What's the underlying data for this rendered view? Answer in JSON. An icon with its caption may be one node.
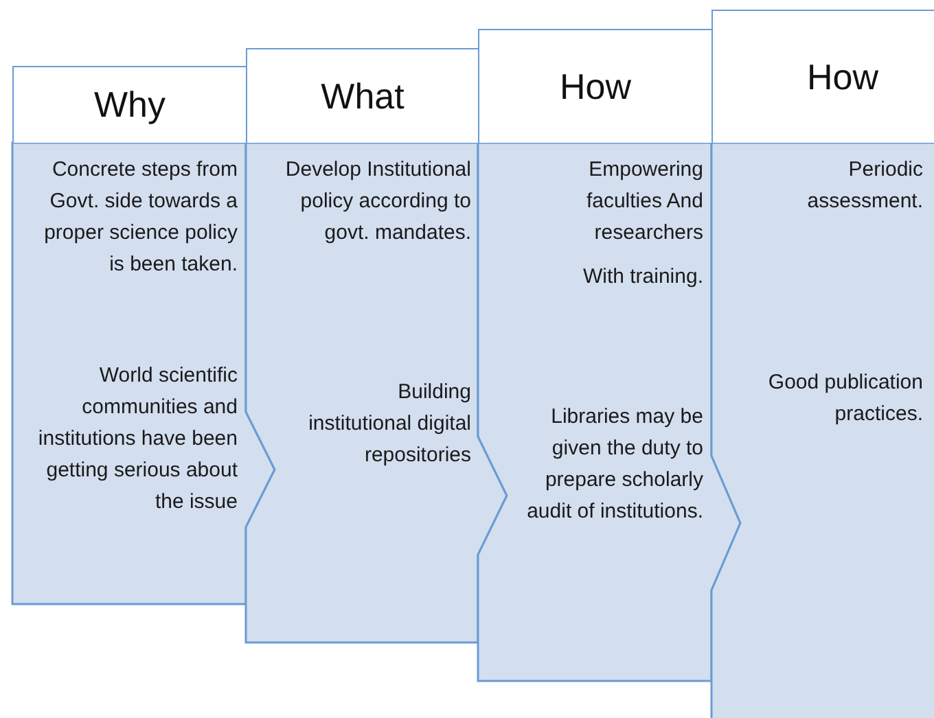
{
  "diagram": {
    "nodes": [
      {
        "text": [
          "Why"
        ]
      },
      {
        "text": [
          "Concrete steps from Govt. side towards a proper science policy is been taken.",
          "World scientific communities and institutions have been getting serious about the issue"
        ]
      },
      {
        "text": [
          "What"
        ]
      },
      {
        "text": [
          "Develop Institutional policy according to govt. mandates.",
          "Building institutional digital repositories"
        ]
      },
      {
        "text": [
          "How"
        ]
      },
      {
        "text": [
          "Empowering faculties And researchers",
          "With training.",
          "Libraries may be given the duty to prepare scholarly audit of institutions."
        ]
      },
      {
        "text": [
          "How"
        ]
      },
      {
        "text": [
          "Periodic assessment.",
          "Good publication practices."
        ]
      }
    ]
  }
}
